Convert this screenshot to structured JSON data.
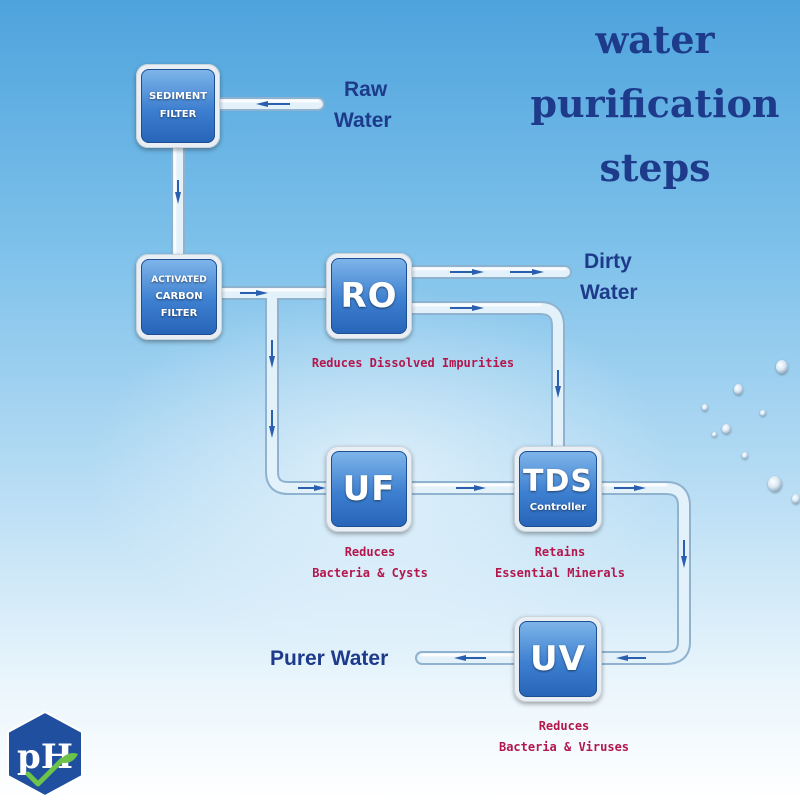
{
  "title_lines": [
    "water",
    "purification",
    "steps"
  ],
  "labels": {
    "raw_water": [
      "Raw",
      "Water"
    ],
    "dirty_water": [
      "Dirty",
      "Water"
    ],
    "purer_water": "Purer Water"
  },
  "components": {
    "sediment": [
      "SEDIMENT",
      "FILTER"
    ],
    "carbon": [
      "ACTIVATED",
      "CARBON",
      "FILTER"
    ],
    "ro": "RO",
    "uf": "UF",
    "tds": "TDS",
    "tds_sub": "Controller",
    "uv": "UV"
  },
  "descriptions": {
    "ro": [
      "Reduces Dissolved Impurities"
    ],
    "uf": [
      "Reduces",
      "Bacteria & Cysts"
    ],
    "tds": [
      "Retains",
      "Essential Minerals"
    ],
    "uv": [
      "Reduces",
      "Bacteria & Viruses"
    ]
  },
  "logo": {
    "text": "pH"
  },
  "colors": {
    "title": "#1d3b8a",
    "description": "#b3174c",
    "pipe": "#d9ecf8",
    "arrow": "#2a5fb0"
  }
}
